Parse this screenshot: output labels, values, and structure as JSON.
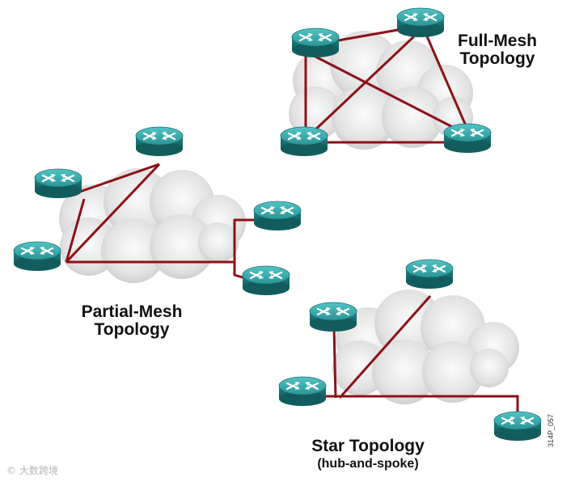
{
  "topologies": {
    "full_mesh": {
      "title_line1": "Full-Mesh",
      "title_line2": "Topology"
    },
    "partial_mesh": {
      "title_line1": "Partial-Mesh",
      "title_line2": "Topology"
    },
    "star": {
      "title": "Star Topology",
      "subtitle": "(hub-and-spoke)"
    }
  },
  "figure_code": "314P_057",
  "watermark": "© 大数跨境",
  "colors": {
    "link": "#8b1218",
    "router_top": "#2f9ea0",
    "router_side": "#1b6f72",
    "cloud": "#e6e6e6"
  }
}
